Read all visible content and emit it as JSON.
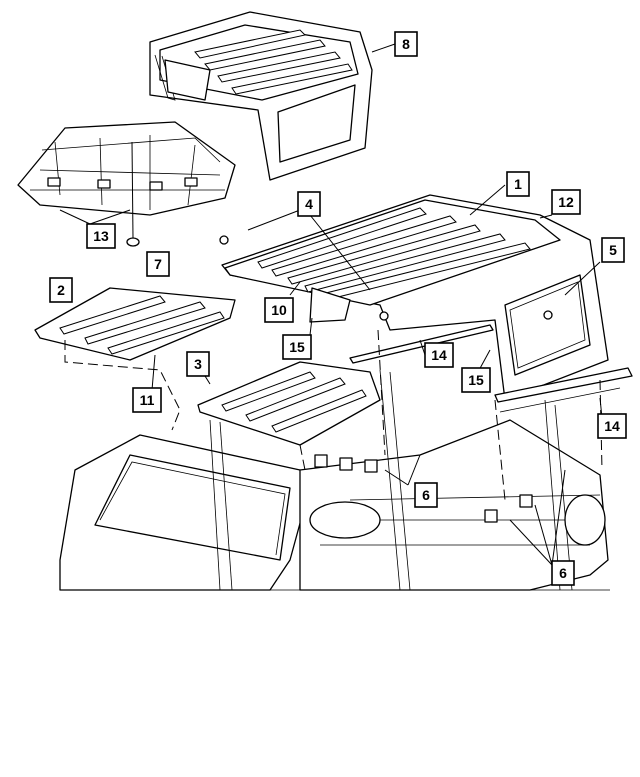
{
  "diagram": {
    "callouts": [
      {
        "id": "c1",
        "label": "1"
      },
      {
        "id": "c2",
        "label": "2"
      },
      {
        "id": "c3",
        "label": "3"
      },
      {
        "id": "c4",
        "label": "4"
      },
      {
        "id": "c5",
        "label": "5"
      },
      {
        "id": "c6a",
        "label": "6"
      },
      {
        "id": "c6b",
        "label": "6"
      },
      {
        "id": "c7",
        "label": "7"
      },
      {
        "id": "c8",
        "label": "8"
      },
      {
        "id": "c10",
        "label": "10"
      },
      {
        "id": "c11",
        "label": "11"
      },
      {
        "id": "c12",
        "label": "12"
      },
      {
        "id": "c13",
        "label": "13"
      },
      {
        "id": "c14a",
        "label": "14"
      },
      {
        "id": "c14b",
        "label": "14"
      },
      {
        "id": "c15a",
        "label": "15"
      },
      {
        "id": "c15b",
        "label": "15"
      }
    ]
  }
}
